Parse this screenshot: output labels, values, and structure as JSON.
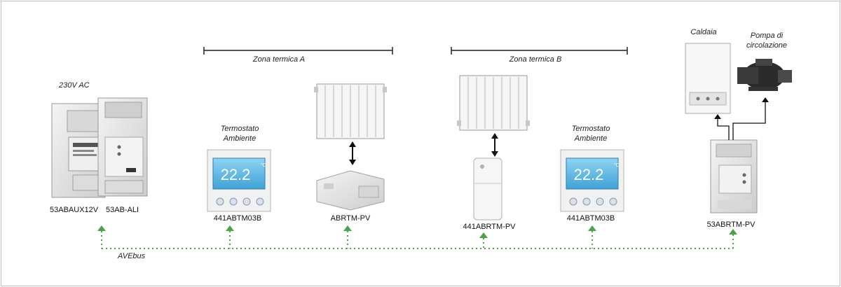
{
  "labels": {
    "power": "230V AC",
    "zone_a": "Zona termica A",
    "zone_b": "Zona termica B",
    "boiler": "Caldaia",
    "pump_line1": "Pompa di",
    "pump_line2": "circolazione",
    "thermostat_a_line1": "Termostato",
    "thermostat_a_line2": "Ambiente",
    "thermostat_b_line1": "Termostato",
    "thermostat_b_line2": "Ambiente",
    "bus": "AVEbus"
  },
  "devices": {
    "aux_power": "53ABAUX12V",
    "bus_power": "53AB-ALI",
    "thermostat_a": "441ABTM03B",
    "valve_a": "ABRTM-PV",
    "valve_b": "441ABRTM-PV",
    "thermostat_b": "441ABTM03B",
    "actuator": "53ABRTM-PV"
  },
  "displays": {
    "thermostat_a": "22.2",
    "thermostat_b": "22.2",
    "unit": "°C"
  },
  "colors": {
    "bus": "#4aa347",
    "line": "#222222",
    "lcd": "#5fb8e6"
  }
}
